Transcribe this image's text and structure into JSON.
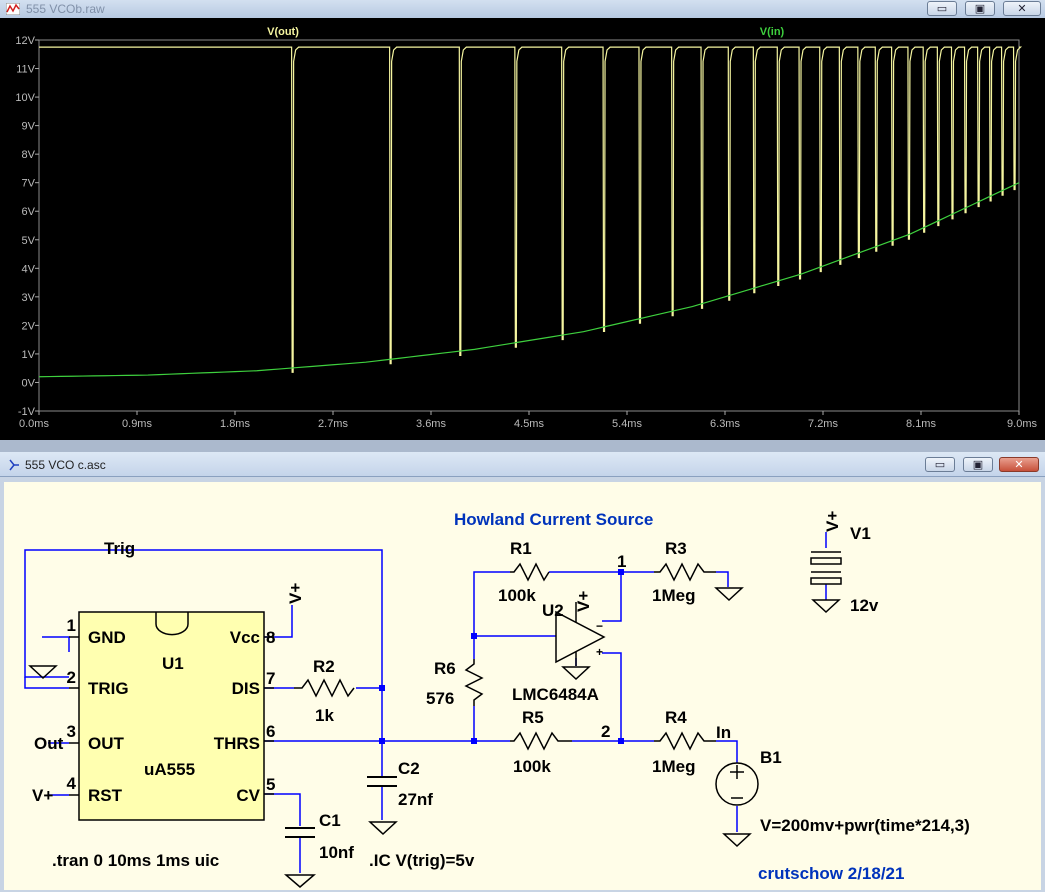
{
  "waveform_window": {
    "title": "555 VCOb.raw",
    "buttons": {
      "minimize": "▭",
      "restore": "▣",
      "close": "✕"
    }
  },
  "schematic_window": {
    "title": "555 VCO c.asc",
    "buttons": {
      "minimize": "▭",
      "restore": "▣",
      "close": "✕"
    }
  },
  "chart_data": {
    "type": "line",
    "xlim": [
      0,
      9
    ],
    "ylim": [
      -1,
      12
    ],
    "x_ticks": [
      "0.0ms",
      "0.9ms",
      "1.8ms",
      "2.7ms",
      "3.6ms",
      "4.5ms",
      "5.4ms",
      "6.3ms",
      "7.2ms",
      "8.1ms",
      "9.0ms"
    ],
    "y_ticks": [
      "12V",
      "11V",
      "10V",
      "9V",
      "8V",
      "7V",
      "6V",
      "5V",
      "4V",
      "3V",
      "2V",
      "1V",
      "0V",
      "-1V"
    ],
    "background": "#000000",
    "series": [
      {
        "name": "V(out)",
        "color": "#f5f5a0",
        "high_level_v": 11.75,
        "low_level_v": 0,
        "pulse_times_ms": [
          2.32,
          3.22,
          3.86,
          4.37,
          4.8,
          5.18,
          5.51,
          5.81,
          6.08,
          6.33,
          6.56,
          6.78,
          6.98,
          7.17,
          7.35,
          7.52,
          7.68,
          7.83,
          7.98,
          8.12,
          8.25,
          8.38,
          8.5,
          8.62,
          8.73,
          8.84,
          8.95
        ]
      },
      {
        "name": "V(in)",
        "color": "#3ed03e",
        "x": [
          0,
          1,
          2,
          3,
          4,
          5,
          6,
          7,
          8,
          9
        ],
        "y": [
          0.2,
          0.26,
          0.41,
          0.71,
          1.16,
          1.78,
          2.66,
          3.8,
          5.2,
          7.0
        ]
      }
    ]
  },
  "schematic": {
    "colors": {
      "bg": "#fffde8",
      "wire": "#0000ff",
      "component": "#000000",
      "component_fill": "#ffffb0",
      "heading": "#0033bb"
    },
    "heading": "Howland Current Source",
    "author": "crutschow 2/18/21",
    "labels": {
      "trig": "Trig",
      "out": "Out",
      "vplus_left": "V+",
      "in": "In",
      "vplus_top": "V+",
      "vplus_opamp": "V+",
      "vplus_v1": "V+"
    },
    "u1": {
      "name": "U1",
      "type": "uA555",
      "pins": {
        "gnd": "GND",
        "trig": "TRIG",
        "out": "OUT",
        "rst": "RST",
        "vcc": "Vcc",
        "dis": "DIS",
        "thrs": "THRS",
        "cv": "CV"
      },
      "pin_numbers": [
        "1",
        "2",
        "3",
        "4",
        "8",
        "7",
        "6",
        "5"
      ]
    },
    "r2": {
      "name": "R2",
      "value": "1k"
    },
    "c2": {
      "name": "C2",
      "value": "27nf"
    },
    "c1": {
      "name": "C1",
      "value": "10nf"
    },
    "r1": {
      "name": "R1",
      "value": "100k"
    },
    "r3": {
      "name": "R3",
      "value": "1Meg"
    },
    "r4": {
      "name": "R4",
      "value": "1Meg"
    },
    "r5": {
      "name": "R5",
      "value": "100k"
    },
    "r6": {
      "name": "R6",
      "value": "576"
    },
    "u2": {
      "name": "U2",
      "type": "LMC6484A",
      "plus": "+",
      "minus": "−"
    },
    "v1": {
      "name": "V1",
      "value": "12v"
    },
    "b1": {
      "name": "B1",
      "value": "V=200mv+pwr(time*214,3)"
    },
    "nodes": {
      "n1": "1",
      "n2": "2"
    },
    "directives": {
      "tran": ".tran 0 10ms 1ms uic",
      "ic": ".IC V(trig)=5v"
    }
  }
}
